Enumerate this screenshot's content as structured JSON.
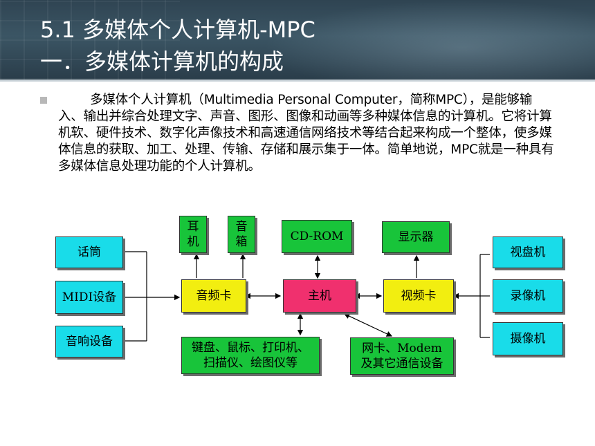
{
  "header": {
    "title_line1": "5.1 多媒体个人计算机-MPC",
    "title_line2": "一．多媒体计算机的构成"
  },
  "body": {
    "paragraph": "多媒体个人计算机（Multimedia Personal Computer，简称MPC），是能够输入、输出并综合处理文字、声音、图形、图像和动画等多种媒体信息的计算机。它将计算机软、硬件技术、数字化声像技术和高速通信网络技术等结合起来构成一个整体，使多媒体信息的获取、加工、处理、传输、存储和展示集于一体。简单地说，MPC就是一种具有多媒体信息处理功能的个人计算机。"
  },
  "diagram": {
    "microphone": "话筒",
    "midi_device": "MIDI设备",
    "audio_device": "音响设备",
    "earphone": "耳机",
    "speaker": "音箱",
    "sound_card": "音频卡",
    "cdrom": "CD-ROM",
    "host": "主机",
    "display": "显示器",
    "video_card": "视频卡",
    "video_disc": "视盘机",
    "vcr": "录像机",
    "camera": "摄像机",
    "peripherals_line1": "键盘、鼠标、打印机、",
    "peripherals_line2": "扫描仪、绘图仪等",
    "network_line1": "网卡、Modem",
    "network_line2": "及其它通信设备"
  },
  "colors": {
    "cyan_box": "#19dce9",
    "green_box": "#18c43a",
    "yellow_box": "#f2ee10",
    "red_box": "#f0306e",
    "header_bg": "#34495a"
  }
}
